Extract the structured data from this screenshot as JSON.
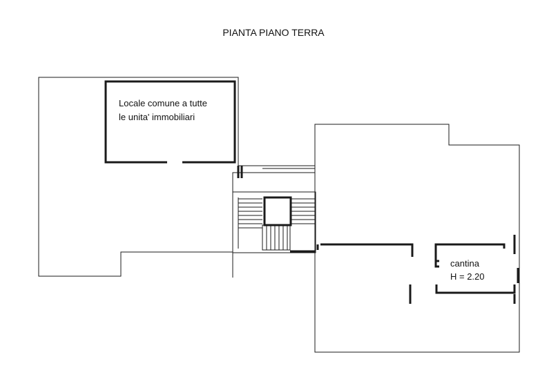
{
  "title": "PIANTA PIANO TERRA",
  "rooms": {
    "common_area": {
      "line1": "Locale comune a tutte",
      "line2": "le unita' immobiliari"
    },
    "cellar": {
      "name": "cantina",
      "height": "H = 2.20"
    }
  }
}
